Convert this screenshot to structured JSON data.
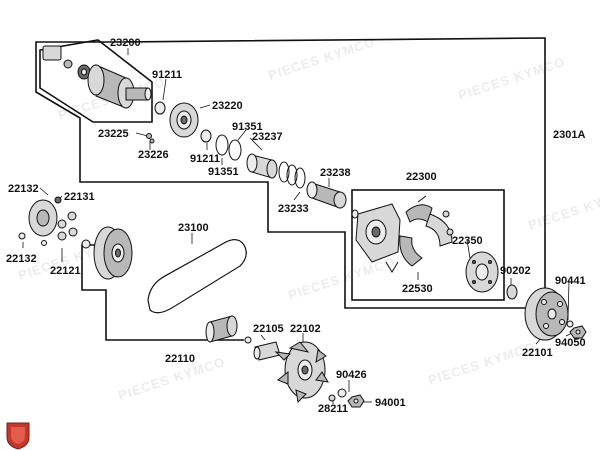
{
  "parts": {
    "p23200": "23200",
    "p91211a": "91211",
    "p23220": "23220",
    "p23225": "23225",
    "p23226": "23226",
    "p91351a": "91351",
    "p23237": "23237",
    "p91211b": "91211",
    "p91351b": "91351",
    "p2301A": "2301A",
    "p23238": "23238",
    "p23233": "23233",
    "p22300": "22300",
    "p22132a": "22132",
    "p22131": "22131",
    "p22132b": "22132",
    "p22121": "22121",
    "p23100": "23100",
    "p22350": "22350",
    "p90202": "90202",
    "p90441": "90441",
    "p22530": "22530",
    "p22105": "22105",
    "p22102": "22102",
    "p22110": "22110",
    "p22101": "22101",
    "p94050": "94050",
    "p90426": "90426",
    "p28211": "28211",
    "p94001": "94001"
  },
  "watermark": "PIECES KYMCO",
  "colors": {
    "line": "#111111",
    "part_fill": "#b8b8b8",
    "logo": "#c0392b"
  }
}
